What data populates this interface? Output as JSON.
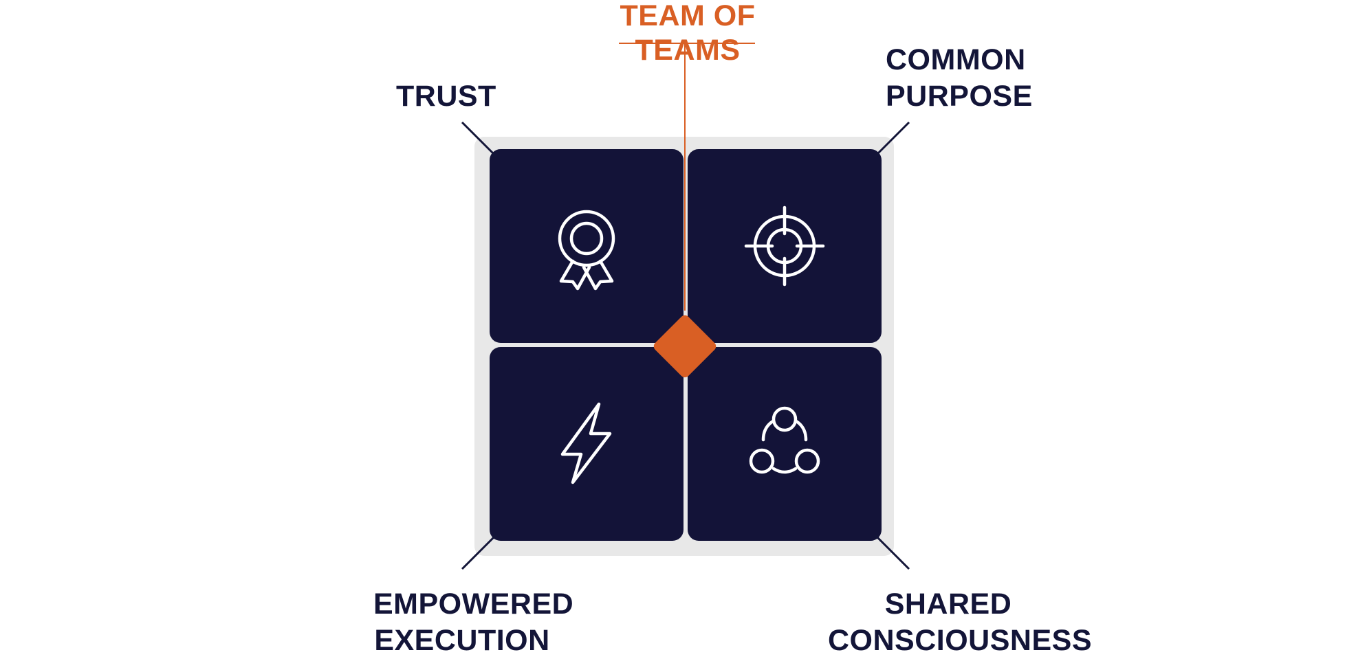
{
  "diagram": {
    "center_label": "TEAM OF TEAMS",
    "quadrants": [
      {
        "id": "trust",
        "lines": [
          "TRUST"
        ],
        "icon": "award-ribbon-icon"
      },
      {
        "id": "common-purpose",
        "lines": [
          "COMMON",
          "PURPOSE"
        ],
        "icon": "target-crosshair-icon"
      },
      {
        "id": "empowered-execution",
        "lines": [
          "EMPOWERED",
          "EXECUTION"
        ],
        "icon": "lightning-bolt-icon"
      },
      {
        "id": "shared-consciousness",
        "lines": [
          "SHARED",
          "CONSCIOUSNESS"
        ],
        "icon": "connected-circles-icon"
      }
    ]
  },
  "colors": {
    "tile": "#131338",
    "label": "#131538",
    "accent": "#d95f24",
    "frame": "#e8e8e8"
  }
}
